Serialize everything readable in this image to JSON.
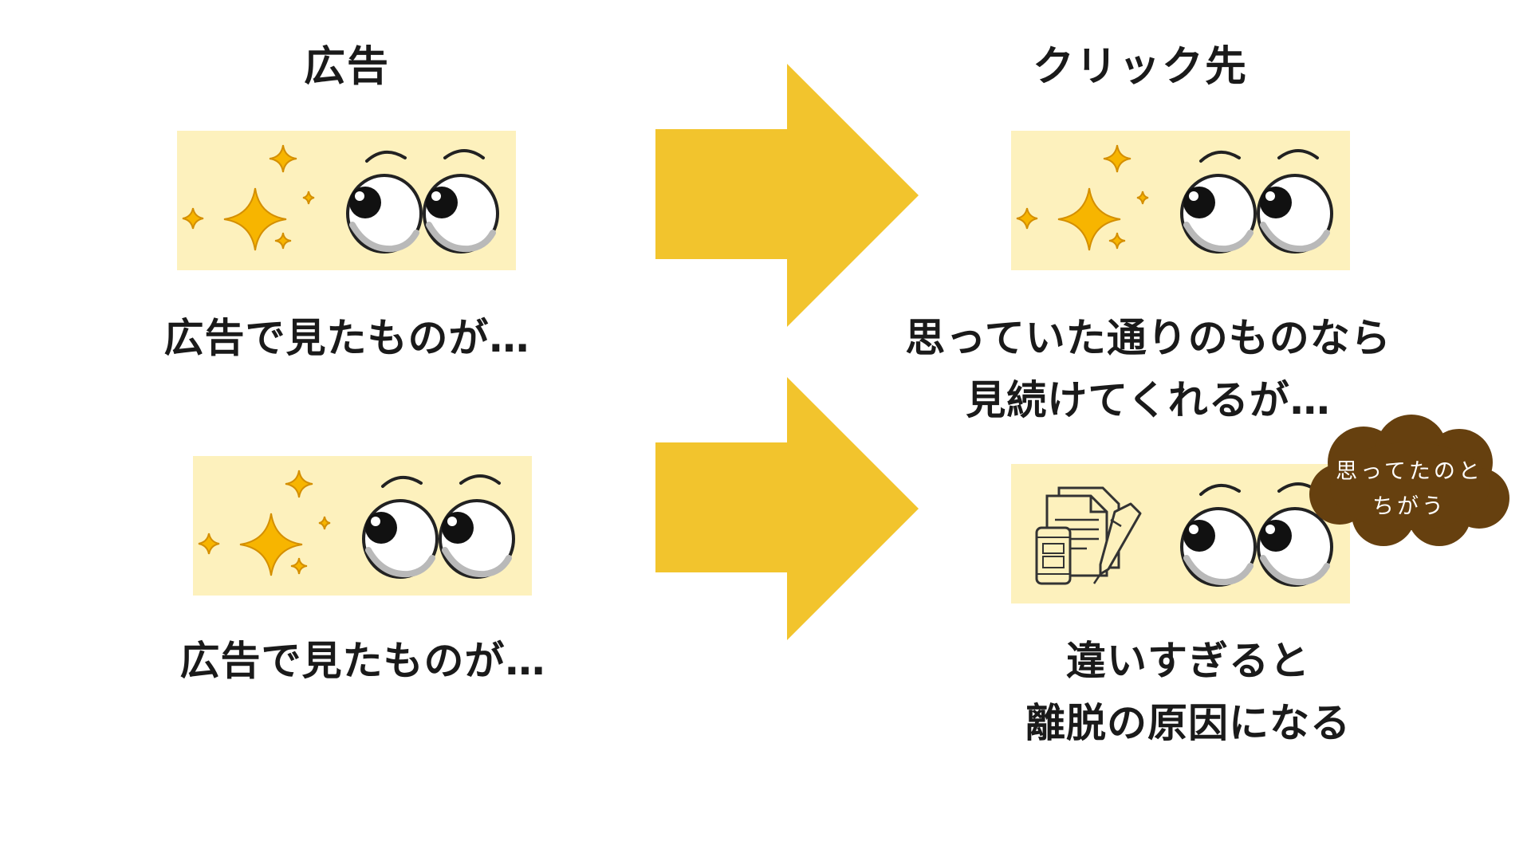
{
  "colors": {
    "arrow": "#f2c42d",
    "panel_bg": "#fdf1bd",
    "sparkle": "#f7b500",
    "cloud": "#66400f",
    "text": "#1a1a1a"
  },
  "headings": {
    "ad": "広告",
    "click_dest": "クリック先"
  },
  "captions": {
    "ad_top": "広告で見たものが…",
    "ad_bottom": "広告で見たものが…",
    "dest_top_line1": "思っていた通りのものなら",
    "dest_top_line2": "見続けてくれるが…",
    "dest_bottom_line1": "違いすぎると",
    "dest_bottom_line2": "離脱の原因になる"
  },
  "thought_cloud": {
    "line1": "思ってたのと",
    "line2": "ちがう"
  },
  "icons": {
    "sparkles": "sparkles-icon",
    "eyes": "eyes-icon",
    "document": "document-with-pen-and-phone-icon",
    "arrow": "right-arrow-icon",
    "cloud": "thought-cloud-icon"
  }
}
